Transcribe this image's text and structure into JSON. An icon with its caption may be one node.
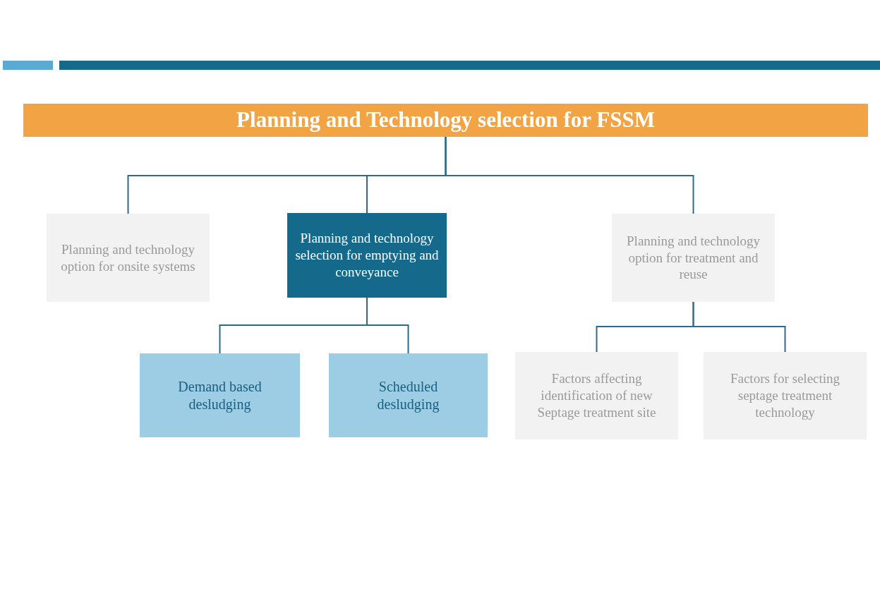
{
  "diagram": {
    "nodes": [
      {
        "text": [
          "Planning and Technology selection for FSSM"
        ]
      },
      {
        "text": [
          "Planning and technology option for onsite systems"
        ]
      },
      {
        "text": [
          "Planning and technology selection for emptying and conveyance"
        ]
      },
      {
        "text": [
          "Planning and technology option for treatment and reuse"
        ]
      },
      {
        "text": [
          "Demand based desludging"
        ]
      },
      {
        "text": [
          "Scheduled desludging"
        ]
      },
      {
        "text": [
          "Factors affecting identification of new Septage treatment site"
        ]
      },
      {
        "text": [
          "Factors for selecting septage treatment technology"
        ]
      }
    ],
    "edges": [
      {
        "from": 0,
        "to": 1,
        "arrow": "none"
      },
      {
        "from": 0,
        "to": 2,
        "arrow": "none"
      },
      {
        "from": 0,
        "to": 3,
        "arrow": "none"
      },
      {
        "from": 2,
        "to": 4,
        "arrow": "none"
      },
      {
        "from": 2,
        "to": 5,
        "arrow": "none"
      },
      {
        "from": 3,
        "to": 6,
        "arrow": "none"
      },
      {
        "from": 3,
        "to": 7,
        "arrow": "none"
      }
    ]
  }
}
